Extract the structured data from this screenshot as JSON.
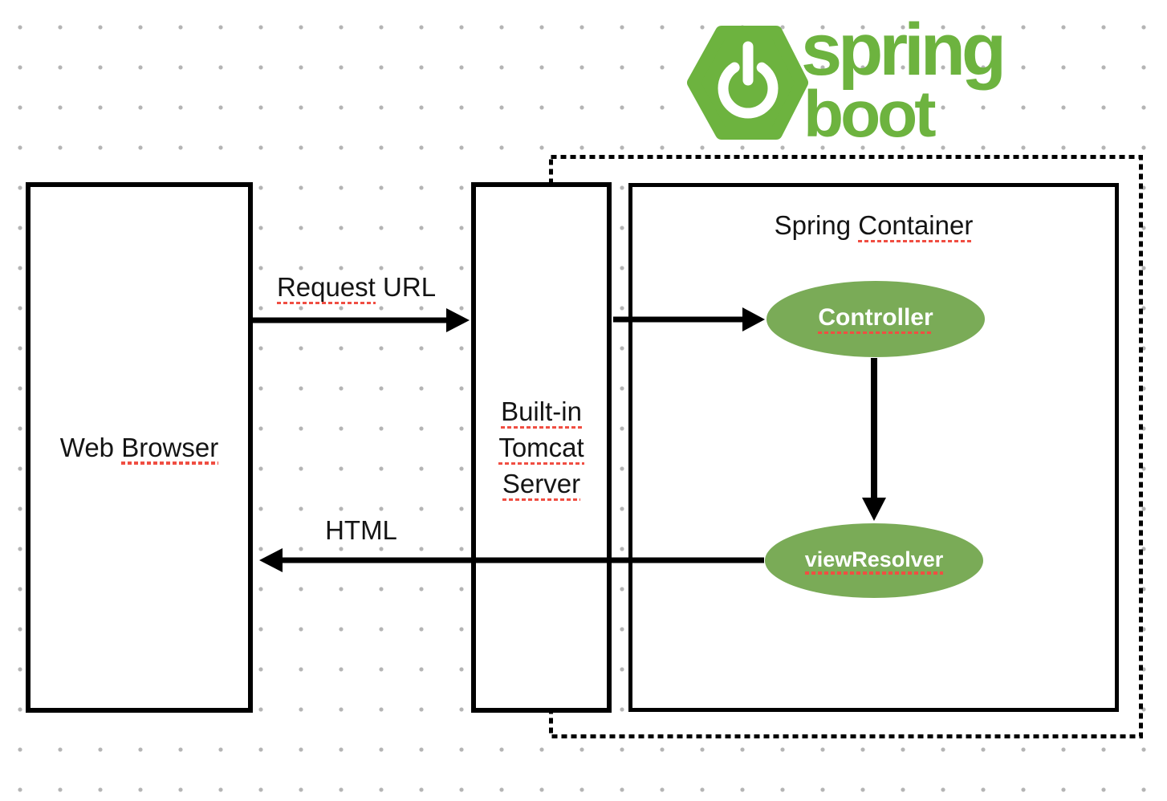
{
  "logo": {
    "word_top": "spring",
    "word_bottom": "boot"
  },
  "boxes": {
    "web_browser": {
      "label_prefix": "Web",
      "label_underlined": "Browser"
    },
    "tomcat": {
      "line1": "Built-in",
      "line2": "Tomcat",
      "line3": "Server"
    },
    "spring_container": {
      "title_prefix": "Spring",
      "title_underlined": "Container"
    }
  },
  "ellipses": {
    "controller": {
      "label": "Controller"
    },
    "view_resolver": {
      "label": "viewResolver"
    }
  },
  "arrow_labels": {
    "request_underlined": "Request",
    "request_suffix": "URL",
    "html": "HTML"
  },
  "colors": {
    "logo_green": "#6db33f",
    "node_green": "#7aab57",
    "spellcheck_red": "#f04e42",
    "grid_dot": "#b4b4b4",
    "line_black": "#000000"
  }
}
